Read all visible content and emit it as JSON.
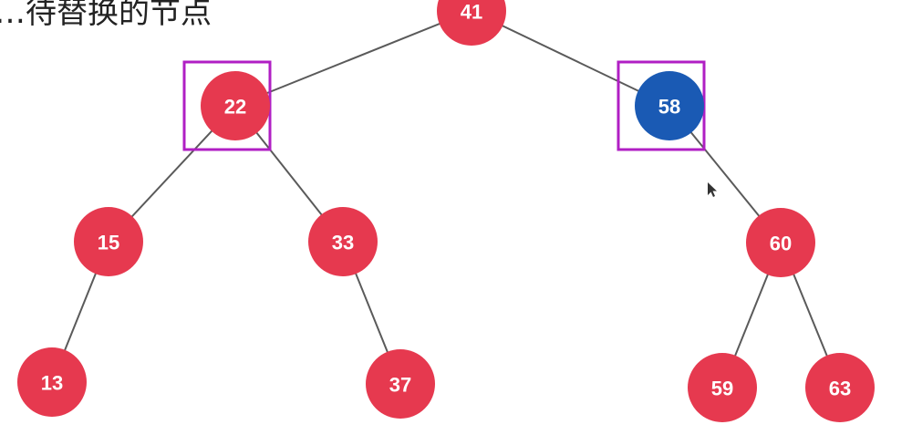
{
  "header": {
    "title_fragment": "…待替换的节点"
  },
  "colors": {
    "red_node": "#E6394F",
    "black_node": "#1A5AB4",
    "highlight": "#B01FC4",
    "edge": "#5A5A5A"
  },
  "tree": {
    "nodes": [
      {
        "id": "n41",
        "value": "41",
        "color": "red"
      },
      {
        "id": "n22",
        "value": "22",
        "color": "red",
        "highlighted": true
      },
      {
        "id": "n58",
        "value": "58",
        "color": "black",
        "highlighted": true
      },
      {
        "id": "n15",
        "value": "15",
        "color": "red"
      },
      {
        "id": "n33",
        "value": "33",
        "color": "red"
      },
      {
        "id": "n60",
        "value": "60",
        "color": "red"
      },
      {
        "id": "n13",
        "value": "13",
        "color": "red"
      },
      {
        "id": "n37",
        "value": "37",
        "color": "red"
      },
      {
        "id": "n59",
        "value": "59",
        "color": "red"
      },
      {
        "id": "n63",
        "value": "63",
        "color": "red"
      }
    ],
    "edges": [
      [
        "n41",
        "n22"
      ],
      [
        "n41",
        "n58"
      ],
      [
        "n22",
        "n15"
      ],
      [
        "n22",
        "n33"
      ],
      [
        "n58",
        "n60"
      ],
      [
        "n15",
        "n13"
      ],
      [
        "n33",
        "n37"
      ],
      [
        "n60",
        "n59"
      ],
      [
        "n60",
        "n63"
      ]
    ]
  }
}
